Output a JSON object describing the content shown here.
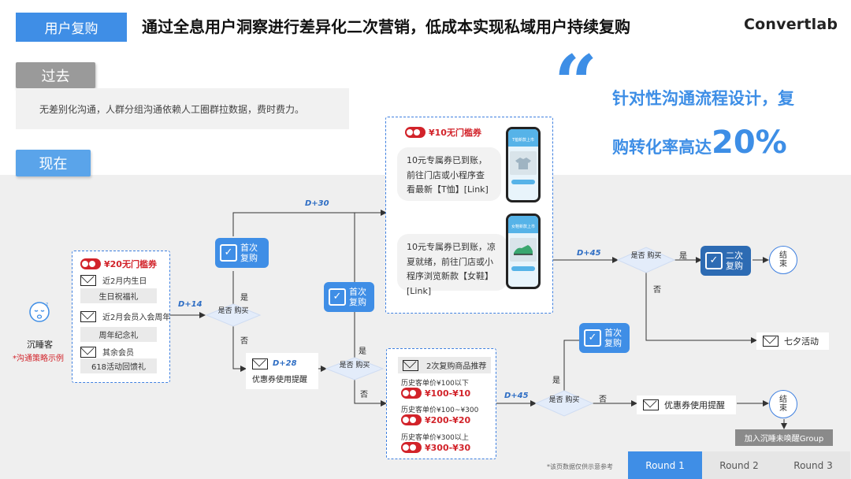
{
  "header": {
    "section_tag": "用户复购",
    "headline": "通过全息用户洞察进行差异化二次营销，低成本实现私域用户持续复购",
    "brand": "Convertlab"
  },
  "past": {
    "tag": "过去",
    "text": "无差别化沟通，人群分组沟通依赖人工圈群拉数据，费时费力。"
  },
  "quote": {
    "mark": "“",
    "line1": "针对性沟通流程设计，复",
    "line2_prefix": "购转化率高达",
    "line2_big": "20%"
  },
  "now": {
    "tag": "现在",
    "customer": {
      "label": "沉睡客",
      "note": "*沟通策略示例"
    },
    "coupon_box": {
      "coupon": "¥20无门槛券",
      "items": [
        {
          "title": "近2月内生日",
          "gift": "生日祝福礼"
        },
        {
          "title": "近2月会员入会周年",
          "gift": "周年纪念礼"
        },
        {
          "title": "其余会员",
          "gift": "618活动回馈礼"
        }
      ]
    },
    "labels": {
      "d14": "D+14",
      "d28": "D+28",
      "d30": "D+30",
      "d45a": "D+45",
      "d45b": "D+45",
      "yes": "是",
      "no": "否"
    },
    "first_purchase_1": "首次\n复购",
    "first_purchase_2": "首次\n复购",
    "first_purchase_3": "首次\n复购",
    "second_purchase": "二次\n复购",
    "decision": "是否\n购买",
    "reminder_1": "优惠券使用提醒",
    "reminder_2": "优惠券使用提醒",
    "top_box": {
      "coupon": "¥10无门槛券",
      "msg1": "10元专属券已到账，前往门店或小程序查看最新【T恤】[Link]",
      "msg2": "10元专属券已到账，凉夏就绪，前往门店或小程序浏览新款【女鞋】[Link]",
      "phone1_title": "T恤新款上市",
      "phone2_title": "女鞋新款上市"
    },
    "rec_box": {
      "title": "2次复购商品推荐",
      "tiers": [
        {
          "cond": "历史客单价¥100以下",
          "coupon": "¥100-¥10"
        },
        {
          "cond": "历史客单价¥100~¥300",
          "coupon": "¥200-¥20"
        },
        {
          "cond": "历史客单价¥300以上",
          "coupon": "¥300-¥30"
        }
      ]
    },
    "qixi": "七夕活动",
    "end": "结\n束",
    "sleep_group": "加入沉睡未唤醒Group",
    "footnote": "*该页数据仅供示意参考"
  },
  "rounds": {
    "items": [
      "Round 1",
      "Round 2",
      "Round 3"
    ],
    "active_index": 0
  },
  "colors": {
    "blue": "#3f8ee6",
    "dark_blue": "#2d6bb3",
    "red": "#d2232a",
    "round_active": "#3f8ee6"
  }
}
